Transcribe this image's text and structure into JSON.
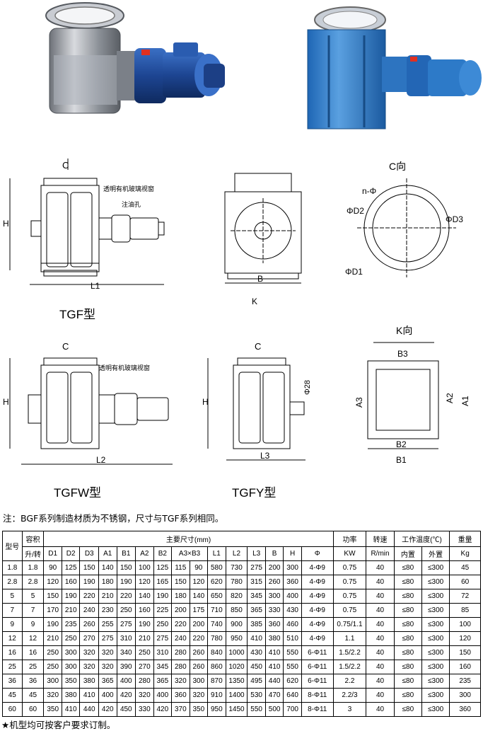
{
  "labels": {
    "c": "C",
    "k": "K",
    "h": "H",
    "l1": "L1",
    "l2": "L2",
    "l3": "L3",
    "b": "B",
    "c_view": "C向",
    "k_view": "K向",
    "n_phi": "n-Φ",
    "d1": "ΦD1",
    "d2": "ΦD2",
    "d3": "ΦD3",
    "a1": "A1",
    "a2": "A2",
    "a3": "A3",
    "b1": "B1",
    "b2": "B2",
    "b3": "B3",
    "phi28": "Φ28",
    "window": "透明有机玻璃视窗",
    "oil": "注油孔"
  },
  "captions": {
    "tgf": "TGF型",
    "tgfw": "TGFW型",
    "tgfy": "TGFY型"
  },
  "note": "注：BGF系列制造材质为不锈钢，尺寸与TGF系列相同。",
  "footer": "★机型均可按客户要求订制。",
  "table": {
    "head": {
      "model": "型号",
      "volume": "容积",
      "volume_unit": "升/转",
      "main_dims": "主要尺寸(mm)",
      "power": "功率",
      "power_unit": "KW",
      "speed": "转速",
      "speed_unit": "R/min",
      "temp": "工作温度(℃)",
      "temp_in": "内置",
      "temp_out": "外置",
      "weight": "重量",
      "weight_unit": "Kg",
      "cols": [
        "D1",
        "D2",
        "D3",
        "A1",
        "B1",
        "A2",
        "B2",
        "A3×B3",
        "L1",
        "L2",
        "L3",
        "B",
        "H",
        "Φ"
      ]
    },
    "rows": [
      [
        "1.8",
        "1.8",
        "90",
        "125",
        "150",
        "140",
        "150",
        "100",
        "125",
        "115",
        "90",
        "580",
        "730",
        "275",
        "200",
        "300",
        "4-Φ9",
        "0.75",
        "40",
        "≤80",
        "≤300",
        "45"
      ],
      [
        "2.8",
        "2.8",
        "120",
        "160",
        "190",
        "180",
        "190",
        "120",
        "165",
        "150",
        "120",
        "620",
        "780",
        "315",
        "260",
        "360",
        "4-Φ9",
        "0.75",
        "40",
        "≤80",
        "≤300",
        "60"
      ],
      [
        "5",
        "5",
        "150",
        "190",
        "220",
        "210",
        "220",
        "140",
        "190",
        "180",
        "140",
        "650",
        "820",
        "345",
        "300",
        "400",
        "4-Φ9",
        "0.75",
        "40",
        "≤80",
        "≤300",
        "72"
      ],
      [
        "7",
        "7",
        "170",
        "210",
        "240",
        "230",
        "250",
        "160",
        "225",
        "200",
        "175",
        "710",
        "850",
        "365",
        "330",
        "430",
        "4-Φ9",
        "0.75",
        "40",
        "≤80",
        "≤300",
        "85"
      ],
      [
        "9",
        "9",
        "190",
        "235",
        "260",
        "255",
        "275",
        "190",
        "250",
        "220",
        "200",
        "740",
        "900",
        "385",
        "360",
        "460",
        "4-Φ9",
        "0.75/1.1",
        "40",
        "≤80",
        "≤300",
        "100"
      ],
      [
        "12",
        "12",
        "210",
        "250",
        "270",
        "275",
        "310",
        "210",
        "275",
        "240",
        "220",
        "780",
        "950",
        "410",
        "380",
        "510",
        "4-Φ9",
        "1.1",
        "40",
        "≤80",
        "≤300",
        "120"
      ],
      [
        "16",
        "16",
        "250",
        "300",
        "320",
        "320",
        "340",
        "250",
        "310",
        "280",
        "260",
        "840",
        "1000",
        "430",
        "410",
        "550",
        "6-Φ11",
        "1.5/2.2",
        "40",
        "≤80",
        "≤300",
        "150"
      ],
      [
        "25",
        "25",
        "250",
        "300",
        "320",
        "320",
        "390",
        "270",
        "345",
        "280",
        "260",
        "860",
        "1020",
        "450",
        "410",
        "550",
        "6-Φ11",
        "1.5/2.2",
        "40",
        "≤80",
        "≤300",
        "160"
      ],
      [
        "36",
        "36",
        "300",
        "350",
        "380",
        "365",
        "400",
        "280",
        "365",
        "320",
        "300",
        "870",
        "1350",
        "495",
        "440",
        "620",
        "6-Φ11",
        "2.2",
        "40",
        "≤80",
        "≤300",
        "235"
      ],
      [
        "45",
        "45",
        "320",
        "380",
        "410",
        "400",
        "420",
        "320",
        "400",
        "360",
        "320",
        "910",
        "1400",
        "530",
        "470",
        "640",
        "8-Φ11",
        "2.2/3",
        "40",
        "≤80",
        "≤300",
        "300"
      ],
      [
        "60",
        "60",
        "350",
        "410",
        "440",
        "420",
        "450",
        "330",
        "420",
        "370",
        "350",
        "950",
        "1450",
        "550",
        "500",
        "700",
        "8-Φ11",
        "3",
        "40",
        "≤80",
        "≤300",
        "360"
      ]
    ]
  },
  "colors": {
    "steel": "#9aa0a8",
    "blue": "#2f7fc8",
    "motor_blue": "#1e4fa0"
  }
}
